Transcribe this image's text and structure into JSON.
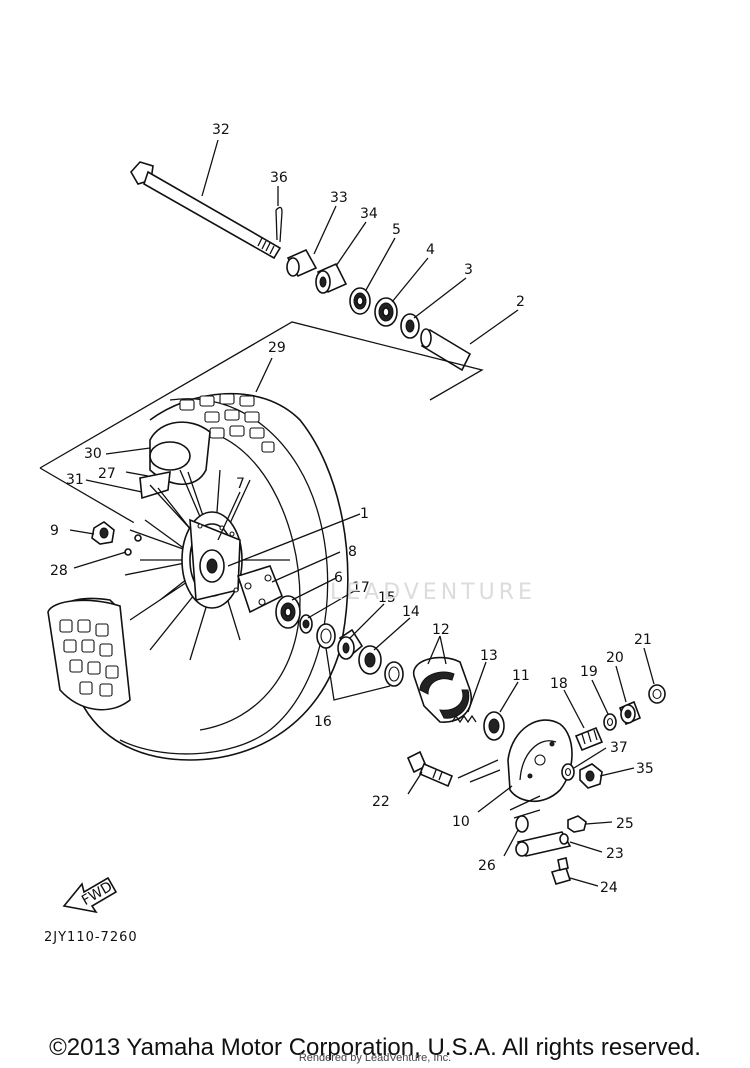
{
  "diagram": {
    "part_labels": [
      {
        "id": "1",
        "text": "1"
      },
      {
        "id": "2",
        "text": "2"
      },
      {
        "id": "3",
        "text": "3"
      },
      {
        "id": "4",
        "text": "4"
      },
      {
        "id": "5",
        "text": "5"
      },
      {
        "id": "6",
        "text": "6"
      },
      {
        "id": "7",
        "text": "7"
      },
      {
        "id": "8",
        "text": "8"
      },
      {
        "id": "9",
        "text": "9"
      },
      {
        "id": "10",
        "text": "10"
      },
      {
        "id": "11",
        "text": "11"
      },
      {
        "id": "12",
        "text": "12"
      },
      {
        "id": "13",
        "text": "13"
      },
      {
        "id": "14",
        "text": "14"
      },
      {
        "id": "15",
        "text": "15"
      },
      {
        "id": "16",
        "text": "16"
      },
      {
        "id": "17",
        "text": "17"
      },
      {
        "id": "18",
        "text": "18"
      },
      {
        "id": "19",
        "text": "19"
      },
      {
        "id": "20",
        "text": "20"
      },
      {
        "id": "21",
        "text": "21"
      },
      {
        "id": "22",
        "text": "22"
      },
      {
        "id": "23",
        "text": "23"
      },
      {
        "id": "24",
        "text": "24"
      },
      {
        "id": "25",
        "text": "25"
      },
      {
        "id": "26",
        "text": "26"
      },
      {
        "id": "27",
        "text": "27"
      },
      {
        "id": "28",
        "text": "28"
      },
      {
        "id": "29",
        "text": "29"
      },
      {
        "id": "30",
        "text": "30"
      },
      {
        "id": "31",
        "text": "31"
      },
      {
        "id": "32",
        "text": "32"
      },
      {
        "id": "33",
        "text": "33"
      },
      {
        "id": "34",
        "text": "34"
      },
      {
        "id": "35",
        "text": "35"
      },
      {
        "id": "36",
        "text": "36"
      },
      {
        "id": "37",
        "text": "37"
      }
    ],
    "fwd_label": "FWD",
    "diagram_code": "2JY110-7260"
  },
  "watermark": "LEADVENTURE",
  "footer": {
    "copyright": "©2013 Yamaha Motor Corporation, U.S.A. All rights reserved.",
    "rendered_by": "Rendered by LeadVenture, Inc."
  }
}
